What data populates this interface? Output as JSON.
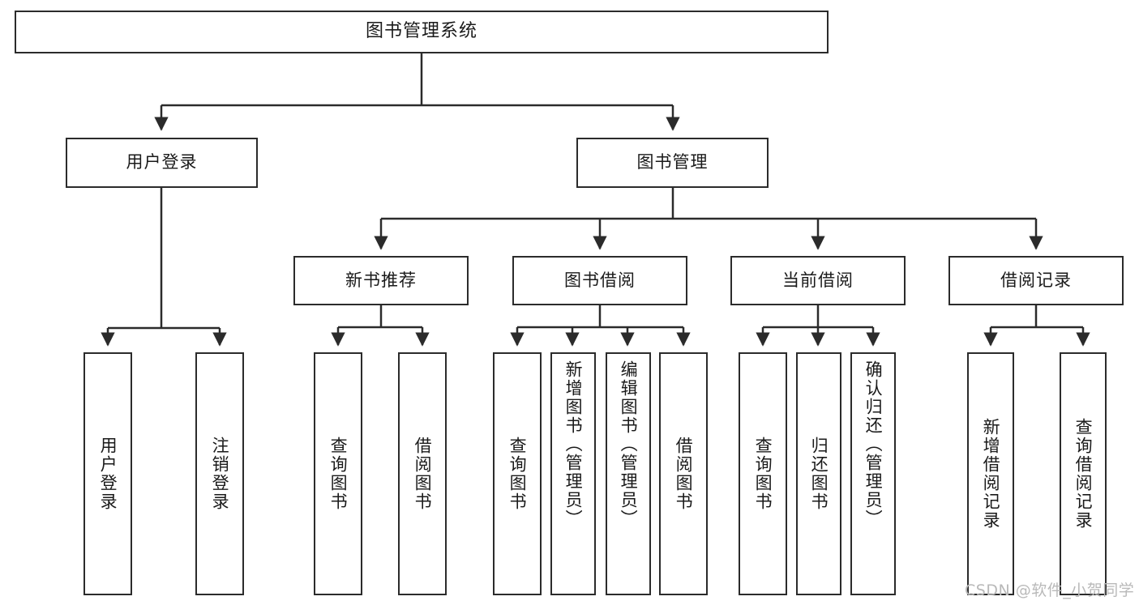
{
  "diagram": {
    "title": "图书管理系统",
    "type": "hierarchy-tree",
    "watermark": "CSDN @软件_小贺同学",
    "colors": {
      "box_border": "#2b2b2b",
      "box_fill": "#ffffff",
      "connector": "#2b2b2b",
      "text": "#1a1a1a",
      "watermark": "#b9b9b9",
      "background": "#ffffff"
    },
    "nodes": {
      "root": {
        "label": "图书管理系统"
      },
      "level1": [
        {
          "id": "user-login",
          "label": "用户登录"
        },
        {
          "id": "book-management",
          "label": "图书管理"
        }
      ],
      "level2": [
        {
          "id": "new-book-recommend",
          "label": "新书推荐"
        },
        {
          "id": "book-borrow",
          "label": "图书借阅"
        },
        {
          "id": "current-borrow",
          "label": "当前借阅"
        },
        {
          "id": "borrow-record",
          "label": "借阅记录"
        }
      ],
      "leaves": [
        {
          "id": "leaf-user-login",
          "label": "用户登录",
          "parent": "user-login"
        },
        {
          "id": "leaf-logout-login",
          "label": "注销登录",
          "parent": "user-login"
        },
        {
          "id": "leaf-query-book-1",
          "label": "查询图书",
          "parent": "new-book-recommend"
        },
        {
          "id": "leaf-borrow-book-1",
          "label": "借阅图书",
          "parent": "new-book-recommend"
        },
        {
          "id": "leaf-query-book-2",
          "label": "查询图书",
          "parent": "book-borrow"
        },
        {
          "id": "leaf-add-book-admin",
          "label": "新增图书（管理员）",
          "parent": "book-borrow"
        },
        {
          "id": "leaf-edit-book-admin",
          "label": "编辑图书（管理员）",
          "parent": "book-borrow"
        },
        {
          "id": "leaf-borrow-book-2",
          "label": "借阅图书",
          "parent": "book-borrow"
        },
        {
          "id": "leaf-query-book-3",
          "label": "查询图书",
          "parent": "current-borrow"
        },
        {
          "id": "leaf-return-book",
          "label": "归还图书",
          "parent": "current-borrow"
        },
        {
          "id": "leaf-confirm-return-admin",
          "label": "确认归还（管理员）",
          "parent": "current-borrow"
        },
        {
          "id": "leaf-add-borrow-record",
          "label": "新增借阅记录",
          "parent": "borrow-record"
        },
        {
          "id": "leaf-query-borrow-record",
          "label": "查询借阅记录",
          "parent": "borrow-record"
        }
      ]
    }
  }
}
